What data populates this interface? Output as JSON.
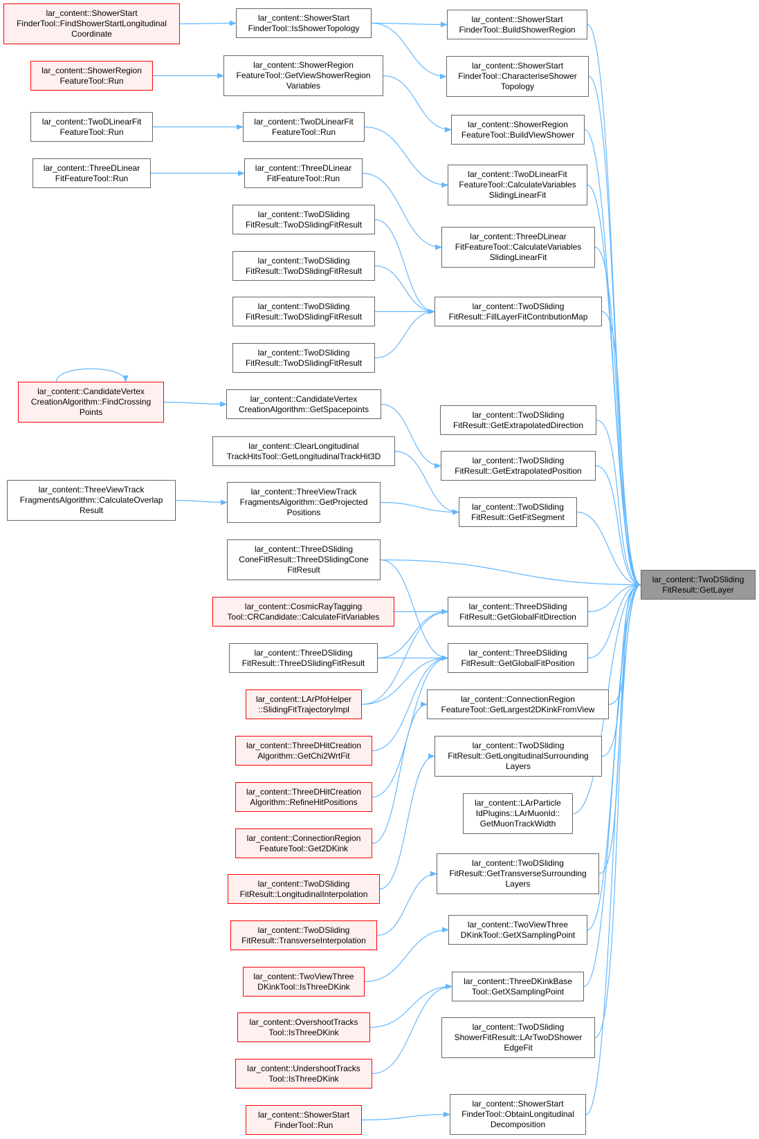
{
  "colors": {
    "edge": "#63b8ff",
    "border": "#666666",
    "red_border": "#ff0000",
    "red_fill": "#fff0f0",
    "target_fill": "#999999"
  },
  "nodes": {
    "n1": {
      "lines": [
        "lar_content::ShowerStart",
        "FinderTool::FindShowerStartLongitudinal",
        "Coordinate"
      ],
      "style": "red"
    },
    "n2": {
      "lines": [
        "lar_content::ShowerRegion",
        "FeatureTool::Run"
      ],
      "style": "red"
    },
    "n3": {
      "lines": [
        "lar_content::TwoDLinearFit",
        "FeatureTool::Run"
      ],
      "style": "normal"
    },
    "n4": {
      "lines": [
        "lar_content::ThreeDLinear",
        "FitFeatureTool::Run"
      ],
      "style": "normal"
    },
    "n5": {
      "lines": [
        "lar_content::CandidateVertex",
        "CreationAlgorithm::FindCrossing",
        "Points"
      ],
      "style": "red"
    },
    "n6": {
      "lines": [
        "lar_content::ThreeViewTrack",
        "FragmentsAlgorithm::CalculateOverlap",
        "Result"
      ],
      "style": "normal"
    },
    "m1": {
      "lines": [
        "lar_content::ShowerStart",
        "FinderTool::IsShowerTopology"
      ],
      "style": "normal"
    },
    "m2": {
      "lines": [
        "lar_content::ShowerRegion",
        "FeatureTool::GetViewShowerRegion",
        "Variables"
      ],
      "style": "normal"
    },
    "m3": {
      "lines": [
        "lar_content::TwoDLinearFit",
        "FeatureTool::Run"
      ],
      "style": "normal"
    },
    "m4": {
      "lines": [
        "lar_content::ThreeDLinear",
        "FitFeatureTool::Run"
      ],
      "style": "normal"
    },
    "m5": {
      "lines": [
        "lar_content::TwoDSliding",
        "FitResult::TwoDSlidingFitResult"
      ],
      "style": "normal"
    },
    "m6": {
      "lines": [
        "lar_content::TwoDSliding",
        "FitResult::TwoDSlidingFitResult"
      ],
      "style": "normal"
    },
    "m7": {
      "lines": [
        "lar_content::TwoDSliding",
        "FitResult::TwoDSlidingFitResult"
      ],
      "style": "normal"
    },
    "m8": {
      "lines": [
        "lar_content::TwoDSliding",
        "FitResult::TwoDSlidingFitResult"
      ],
      "style": "normal"
    },
    "m9": {
      "lines": [
        "lar_content::CandidateVertex",
        "CreationAlgorithm::GetSpacepoints"
      ],
      "style": "normal"
    },
    "m10": {
      "lines": [
        "lar_content::ClearLongitudinal",
        "TrackHitsTool::GetLongitudinalTrackHit3D"
      ],
      "style": "normal"
    },
    "m11": {
      "lines": [
        "lar_content::ThreeViewTrack",
        "FragmentsAlgorithm::GetProjected",
        "Positions"
      ],
      "style": "normal"
    },
    "m12": {
      "lines": [
        "lar_content::ThreeDSliding",
        "ConeFitResult::ThreeDSlidingCone",
        "FitResult"
      ],
      "style": "normal"
    },
    "m13": {
      "lines": [
        "lar_content::CosmicRayTagging",
        "Tool::CRCandidate::CalculateFitVariables"
      ],
      "style": "red"
    },
    "m14": {
      "lines": [
        "lar_content::ThreeDSliding",
        "FitResult::ThreeDSlidingFitResult"
      ],
      "style": "normal"
    },
    "m15": {
      "lines": [
        "lar_content::LArPfoHelper",
        "::SlidingFitTrajectoryImpl"
      ],
      "style": "red"
    },
    "m16": {
      "lines": [
        "lar_content::ThreeDHitCreation",
        "Algorithm::GetChi2WrtFit"
      ],
      "style": "red"
    },
    "m17": {
      "lines": [
        "lar_content::ThreeDHitCreation",
        "Algorithm::RefineHitPositions"
      ],
      "style": "red"
    },
    "m18": {
      "lines": [
        "lar_content::ConnectionRegion",
        "FeatureTool::Get2DKink"
      ],
      "style": "red"
    },
    "m19": {
      "lines": [
        "lar_content::TwoDSliding",
        "FitResult::LongitudinalInterpolation"
      ],
      "style": "red"
    },
    "m20": {
      "lines": [
        "lar_content::TwoDSliding",
        "FitResult::TransverseInterpolation"
      ],
      "style": "red"
    },
    "m21": {
      "lines": [
        "lar_content::TwoViewThree",
        "DKinkTool::IsThreeDKink"
      ],
      "style": "red"
    },
    "m22": {
      "lines": [
        "lar_content::OvershootTracks",
        "Tool::IsThreeDKink"
      ],
      "style": "red"
    },
    "m23": {
      "lines": [
        "lar_content::UndershootTracks",
        "Tool::IsThreeDKink"
      ],
      "style": "red"
    },
    "m24": {
      "lines": [
        "lar_content::ShowerStart",
        "FinderTool::Run"
      ],
      "style": "red"
    },
    "r1": {
      "lines": [
        "lar_content::ShowerStart",
        "FinderTool::BuildShowerRegion"
      ],
      "style": "normal"
    },
    "r2": {
      "lines": [
        "lar_content::ShowerStart",
        "FinderTool::CharacteriseShower",
        "Topology"
      ],
      "style": "normal"
    },
    "r3": {
      "lines": [
        "lar_content::ShowerRegion",
        "FeatureTool::BuildViewShower"
      ],
      "style": "normal"
    },
    "r4": {
      "lines": [
        "lar_content::TwoDLinearFit",
        "FeatureTool::CalculateVariables",
        "SlidingLinearFit"
      ],
      "style": "normal"
    },
    "r5": {
      "lines": [
        "lar_content::ThreeDLinear",
        "FitFeatureTool::CalculateVariables",
        "SlidingLinearFit"
      ],
      "style": "normal"
    },
    "r6": {
      "lines": [
        "lar_content::TwoDSliding",
        "FitResult::FillLayerFitContributionMap"
      ],
      "style": "normal"
    },
    "r7": {
      "lines": [
        "lar_content::TwoDSliding",
        "FitResult::GetExtrapolatedDirection"
      ],
      "style": "normal"
    },
    "r8": {
      "lines": [
        "lar_content::TwoDSliding",
        "FitResult::GetExtrapolatedPosition"
      ],
      "style": "normal"
    },
    "r9": {
      "lines": [
        "lar_content::TwoDSliding",
        "FitResult::GetFitSegment"
      ],
      "style": "normal"
    },
    "r10": {
      "lines": [
        "lar_content::ThreeDSliding",
        "FitResult::GetGlobalFitDirection"
      ],
      "style": "normal"
    },
    "r11": {
      "lines": [
        "lar_content::ThreeDSliding",
        "FitResult::GetGlobalFitPosition"
      ],
      "style": "normal"
    },
    "r12": {
      "lines": [
        "lar_content::ConnectionRegion",
        "FeatureTool::GetLargest2DKinkFromView"
      ],
      "style": "normal"
    },
    "r13": {
      "lines": [
        "lar_content::TwoDSliding",
        "FitResult::GetLongitudinalSurrounding",
        "Layers"
      ],
      "style": "normal"
    },
    "r14": {
      "lines": [
        "lar_content::LArParticle",
        "IdPlugins::LArMuonId::",
        "GetMuonTrackWidth"
      ],
      "style": "normal"
    },
    "r15": {
      "lines": [
        "lar_content::TwoDSliding",
        "FitResult::GetTransverseSurrounding",
        "Layers"
      ],
      "style": "normal"
    },
    "r16": {
      "lines": [
        "lar_content::TwoViewThree",
        "DKinkTool::GetXSamplingPoint"
      ],
      "style": "normal"
    },
    "r17": {
      "lines": [
        "lar_content::ThreeDKinkBase",
        "Tool::GetXSamplingPoint"
      ],
      "style": "normal"
    },
    "r18": {
      "lines": [
        "lar_content::TwoDSliding",
        "ShowerFitResult::LArTwoDShower",
        "EdgeFit"
      ],
      "style": "normal"
    },
    "r19": {
      "lines": [
        "lar_content::ShowerStart",
        "FinderTool::ObtainLongitudinal",
        "Decomposition"
      ],
      "style": "normal"
    },
    "t": {
      "lines": [
        "lar_content::TwoDSliding",
        "FitResult::GetLayer"
      ],
      "style": "target"
    }
  },
  "edges": [
    [
      "n1",
      "m1"
    ],
    [
      "n2",
      "m2"
    ],
    [
      "n3",
      "m3"
    ],
    [
      "n4",
      "m4"
    ],
    [
      "n5",
      "m9"
    ],
    [
      "n5",
      "n5"
    ],
    [
      "n6",
      "m11"
    ],
    [
      "m1",
      "r1"
    ],
    [
      "m1",
      "r2"
    ],
    [
      "m2",
      "r3"
    ],
    [
      "m3",
      "r4"
    ],
    [
      "m4",
      "r5"
    ],
    [
      "m5",
      "r6"
    ],
    [
      "m6",
      "r6"
    ],
    [
      "m7",
      "r6"
    ],
    [
      "m8",
      "r6"
    ],
    [
      "m9",
      "r8"
    ],
    [
      "m10",
      "r9"
    ],
    [
      "m11",
      "r9"
    ],
    [
      "m12",
      "t"
    ],
    [
      "m12",
      "r11"
    ],
    [
      "m13",
      "r10"
    ],
    [
      "m14",
      "r10"
    ],
    [
      "m14",
      "r11"
    ],
    [
      "m15",
      "r10"
    ],
    [
      "m15",
      "r11"
    ],
    [
      "m16",
      "r11"
    ],
    [
      "m17",
      "r11"
    ],
    [
      "m18",
      "r12"
    ],
    [
      "m19",
      "r13"
    ],
    [
      "m20",
      "r15"
    ],
    [
      "m21",
      "r16"
    ],
    [
      "m22",
      "r17"
    ],
    [
      "m23",
      "r17"
    ],
    [
      "m24",
      "r19"
    ],
    [
      "r1",
      "t"
    ],
    [
      "r2",
      "t"
    ],
    [
      "r3",
      "t"
    ],
    [
      "r4",
      "t"
    ],
    [
      "r5",
      "t"
    ],
    [
      "r6",
      "t"
    ],
    [
      "r7",
      "t"
    ],
    [
      "r8",
      "t"
    ],
    [
      "r9",
      "t"
    ],
    [
      "r10",
      "t"
    ],
    [
      "r11",
      "t"
    ],
    [
      "r12",
      "t"
    ],
    [
      "r13",
      "t"
    ],
    [
      "r14",
      "t"
    ],
    [
      "r15",
      "t"
    ],
    [
      "r16",
      "t"
    ],
    [
      "r17",
      "t"
    ],
    [
      "r18",
      "t"
    ],
    [
      "r19",
      "t"
    ]
  ]
}
